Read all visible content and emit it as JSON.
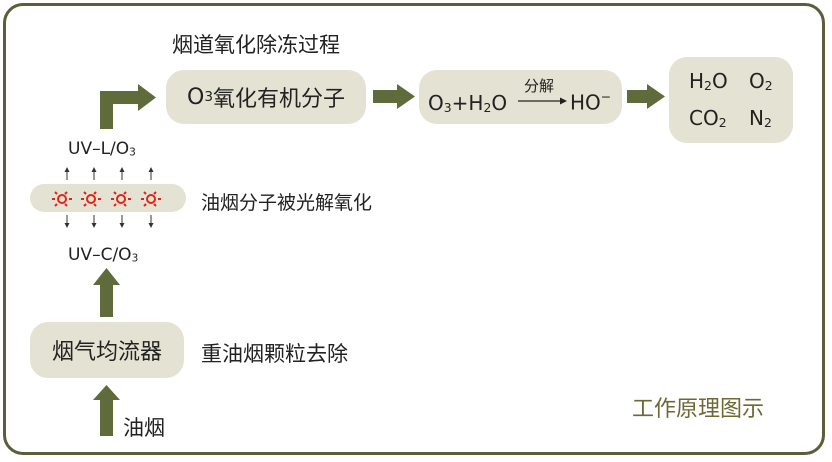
{
  "title": "烟道氧化除冻过程",
  "colors": {
    "frame": "#5d5d3c",
    "arrow": "#5f6b3b",
    "pill": "#e4e2d2",
    "lamp": "#e2231a",
    "caption": "#6b6a34"
  },
  "box_o3": {
    "o": "O",
    "sub": "3",
    "rest": "氧化有机分子"
  },
  "box_react": {
    "label": "分解",
    "o": "O",
    "o_sub": "3",
    "plus_h": "+H",
    "h_sub": "2",
    "o2": "O",
    "ho": "HO",
    "ho_sup": "−"
  },
  "box_products": {
    "h2o_a": "H",
    "h2o_sub": "2",
    "h2o_b": "O",
    "o2_a": "O",
    "o2_sub": "2",
    "co2_a": "CO",
    "co2_sub": "2",
    "n2_a": "N",
    "n2_sub": "2"
  },
  "uv_l": {
    "a": "UV–L/O",
    "sub": "3"
  },
  "uv_c": {
    "a": "UV–C/O",
    "sub": "3"
  },
  "lamp_caption": "油烟分子被光解氧化",
  "equalizer": "烟气均流器",
  "equalizer_caption": "重油烟颗粒去除",
  "input": "油烟",
  "footer": "工作原理图示"
}
